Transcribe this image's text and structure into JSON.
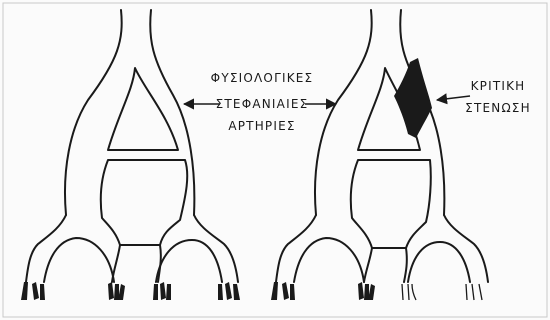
{
  "labels": {
    "normal_line1": "ΦΥΣΙΟΛΟΓΙΚΕΣ",
    "normal_line2": "ΣΤΕΦΑΝΙΑΙΕΣ",
    "normal_line3": "ΑΡΤΗΡΙΕΣ",
    "stenosis_line1": "ΚΡΙΤΙΚΗ",
    "stenosis_line2": "ΣΤΕΝΩΣΗ"
  },
  "colors": {
    "ink": "#1a1a1a",
    "background": "#fbfbfb",
    "frame": "#c8c8c8"
  }
}
